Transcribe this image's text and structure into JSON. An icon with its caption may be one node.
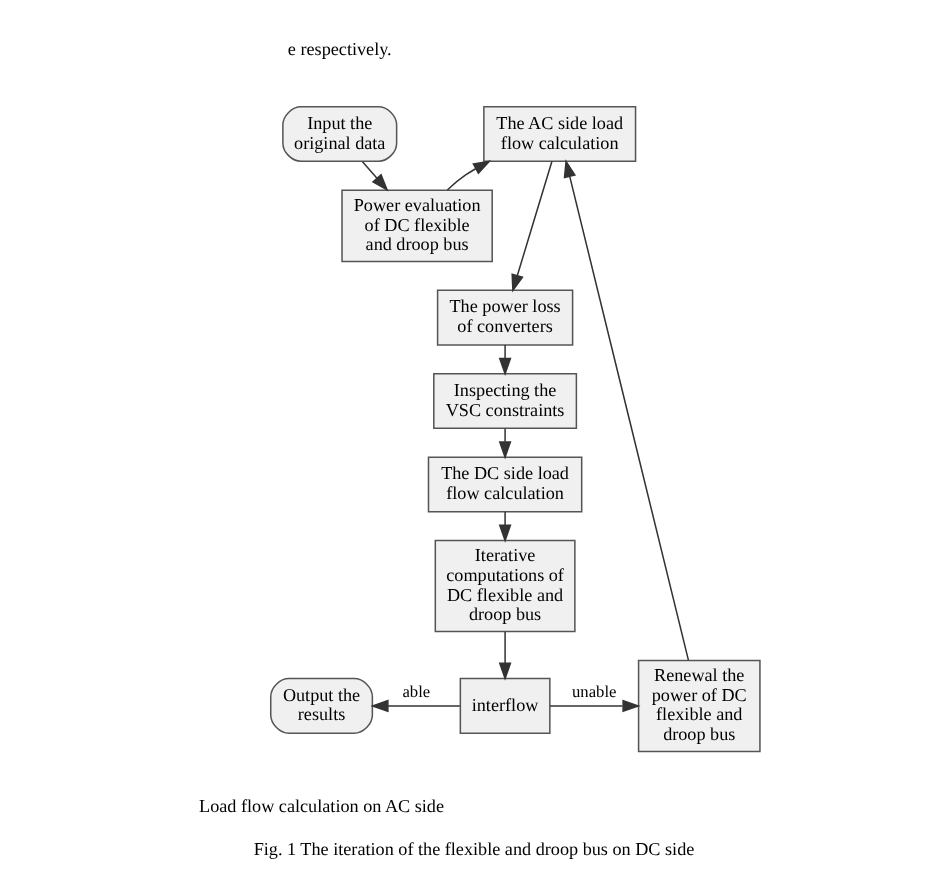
{
  "diagram": {
    "caption": "Fig. 1 The iteration of the flexible and droop bus on DC side",
    "nodes": [
      {
        "text": [
          "Input the original data"
        ]
      },
      {
        "text": [
          "Power evaluation of DC flexible and droop bus"
        ]
      },
      {
        "text": [
          "The AC side load flow calculation"
        ]
      },
      {
        "text": [
          "The power loss of converters"
        ]
      },
      {
        "text": [
          "Inspecting the VSC constraints"
        ]
      },
      {
        "text": [
          "The DC side load flow calculation"
        ]
      },
      {
        "text": [
          "Iterative computations of DC flexible and droop bus"
        ]
      },
      {
        "text": [
          "interflow"
        ]
      },
      {
        "text": [
          "Output the results"
        ]
      },
      {
        "text": [
          "Renewal the power of DC flexible and droop bus"
        ]
      }
    ],
    "edges": [
      {
        "from": 0,
        "to": 1,
        "arrow": "to"
      },
      {
        "from": 1,
        "to": 2,
        "arrow": "to"
      },
      {
        "from": 2,
        "to": 3,
        "arrow": "to"
      },
      {
        "from": 3,
        "to": 4,
        "arrow": "to"
      },
      {
        "from": 4,
        "to": 5,
        "arrow": "to"
      },
      {
        "from": 5,
        "to": 6,
        "arrow": "to"
      },
      {
        "from": 6,
        "to": 7,
        "arrow": "to"
      },
      {
        "from": 7,
        "to": 8,
        "arrow": "to",
        "label": "able"
      },
      {
        "from": 7,
        "to": 9,
        "arrow": "to",
        "label": "unable"
      },
      {
        "from": 9,
        "to": 2,
        "arrow": "to"
      }
    ],
    "labels": [
      "e respectively.",
      "Load flow calculation on AC side"
    ]
  }
}
